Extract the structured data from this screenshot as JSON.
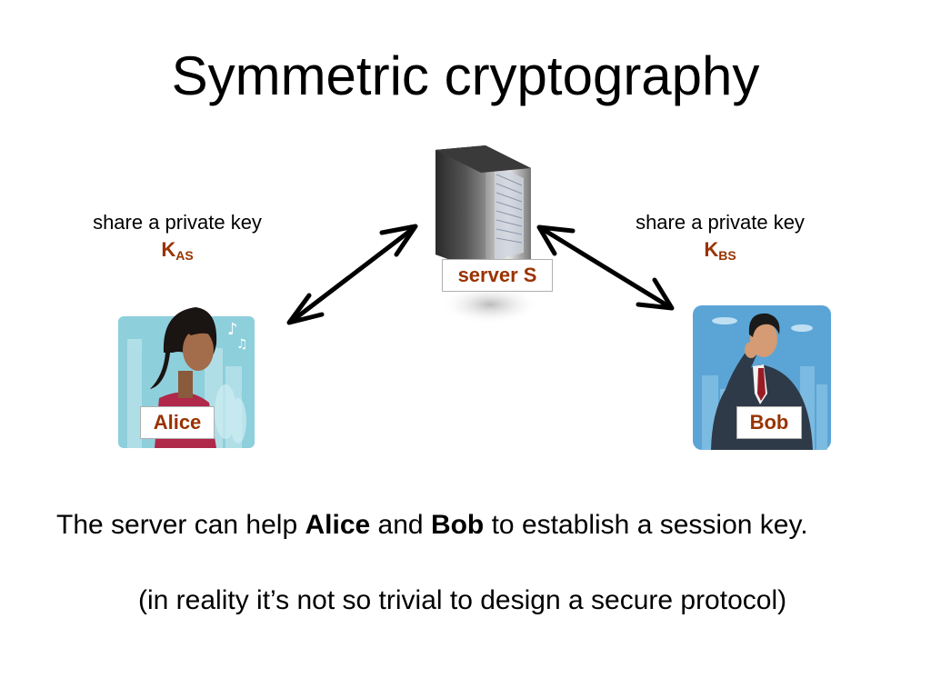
{
  "slide": {
    "title": "Symmetric cryptography",
    "left_key": {
      "caption": "share a private key",
      "key": "K",
      "key_sub": "AS"
    },
    "right_key": {
      "caption": "share a private key",
      "key": "K",
      "key_sub": "BS"
    },
    "server_label": "server S",
    "alice_label": "Alice",
    "bob_label": "Bob",
    "body": {
      "part1": "The server can help ",
      "alice": "Alice",
      "part2": " and ",
      "bob": "Bob",
      "part3": " to establish a session key."
    },
    "note": "(in reality it’s not so trivial to design a secure protocol)"
  },
  "colors": {
    "accent": "#993300",
    "alice_bg": "#8ecfdc",
    "bob_bg": "#5aa5d6"
  }
}
